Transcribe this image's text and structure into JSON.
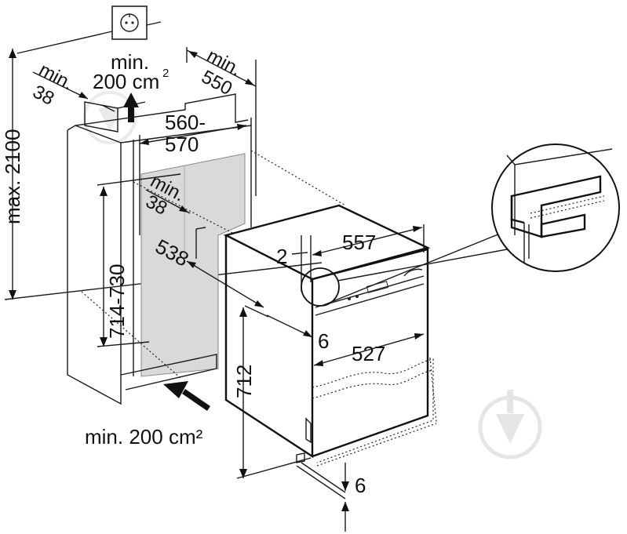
{
  "labels": {
    "wall_min": "min.",
    "wall_38": "38",
    "vent_top_min": "min.",
    "vent_top_area": "200 cm",
    "vent_top_sup": "2",
    "depth_min": "min.",
    "depth_550": "550",
    "width_560": "560-",
    "width_570": "570",
    "max_height": "max. 2100",
    "niche_min": "min.",
    "niche_38": "38",
    "niche_height": "714-730",
    "niche_depth": "538",
    "gap_2": "2",
    "top_557": "557",
    "gap_6_mid": "6",
    "front_527": "527",
    "height_712": "712",
    "vent_bottom": "min. 200 cm²",
    "gap_6_bottom": "6"
  },
  "colors": {
    "line": "#1a1a1a",
    "shaded_panel": "#d9d9d9",
    "watermark": "#e6e6e6"
  },
  "icons": {
    "socket": "power-socket-icon",
    "arrow_up": "airflow-up-arrow-icon",
    "arrow_in": "airflow-in-arrow-icon",
    "watermark": "download-watermark-icon"
  }
}
